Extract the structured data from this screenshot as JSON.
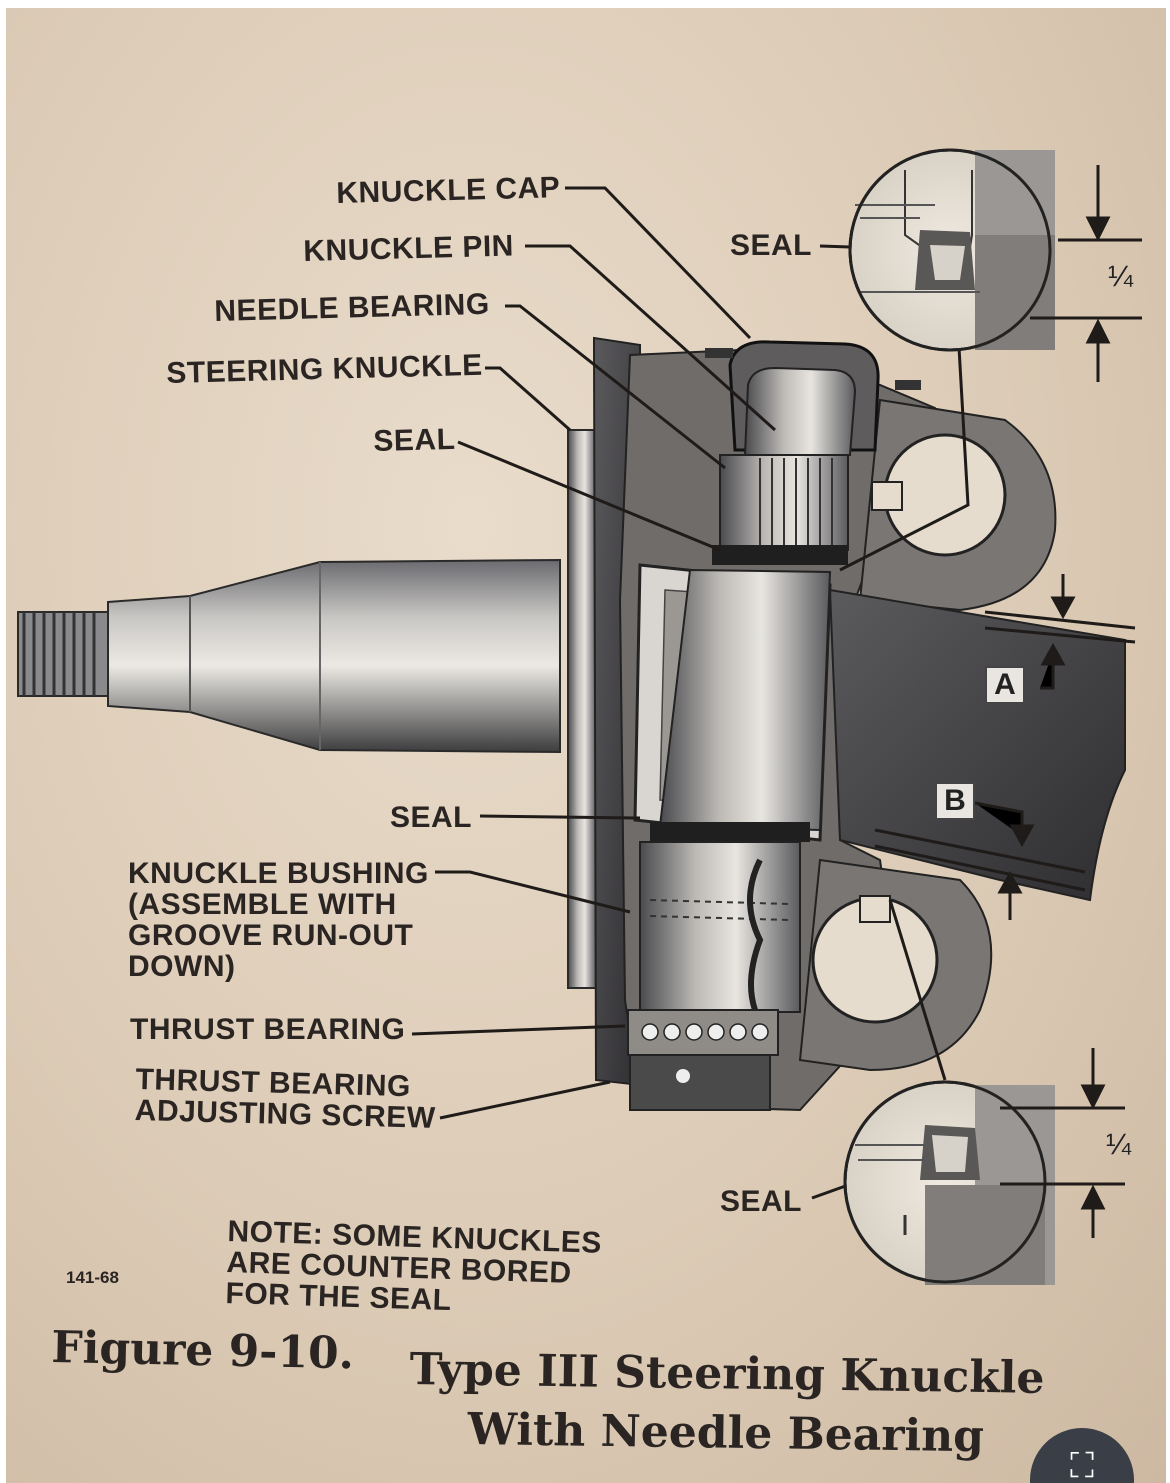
{
  "labels": {
    "knuckle_cap": "KNUCKLE CAP",
    "knuckle_pin": "KNUCKLE PIN",
    "needle_bearing": "NEEDLE BEARING",
    "steering_knuckle": "STEERING KNUCKLE",
    "seal_upper_left": "SEAL",
    "seal_top_detail": "SEAL",
    "seal_middle": "SEAL",
    "knuckle_bushing_lines": [
      "KNUCKLE BUSHING",
      "(ASSEMBLE WITH",
      "GROOVE RUN-OUT",
      "DOWN)"
    ],
    "thrust_bearing": "THRUST BEARING",
    "thrust_bearing_adjusting_lines": [
      "THRUST BEARING",
      "ADJUSTING SCREW"
    ],
    "seal_bottom_detail": "SEAL",
    "dim_a": "A",
    "dim_b": "B",
    "quarter_top": "¼",
    "quarter_bottom": "¼"
  },
  "note_lines": [
    "NOTE: SOME KNUCKLES",
    "ARE COUNTER BORED",
    "FOR THE SEAL"
  ],
  "figure_id": "141-68",
  "caption": {
    "number": "Figure 9-10.",
    "title_line1": "Type III Steering Knuckle",
    "title_line2": "With Needle Bearing"
  },
  "ui": {
    "lens_icon": "lens-scan-icon"
  }
}
